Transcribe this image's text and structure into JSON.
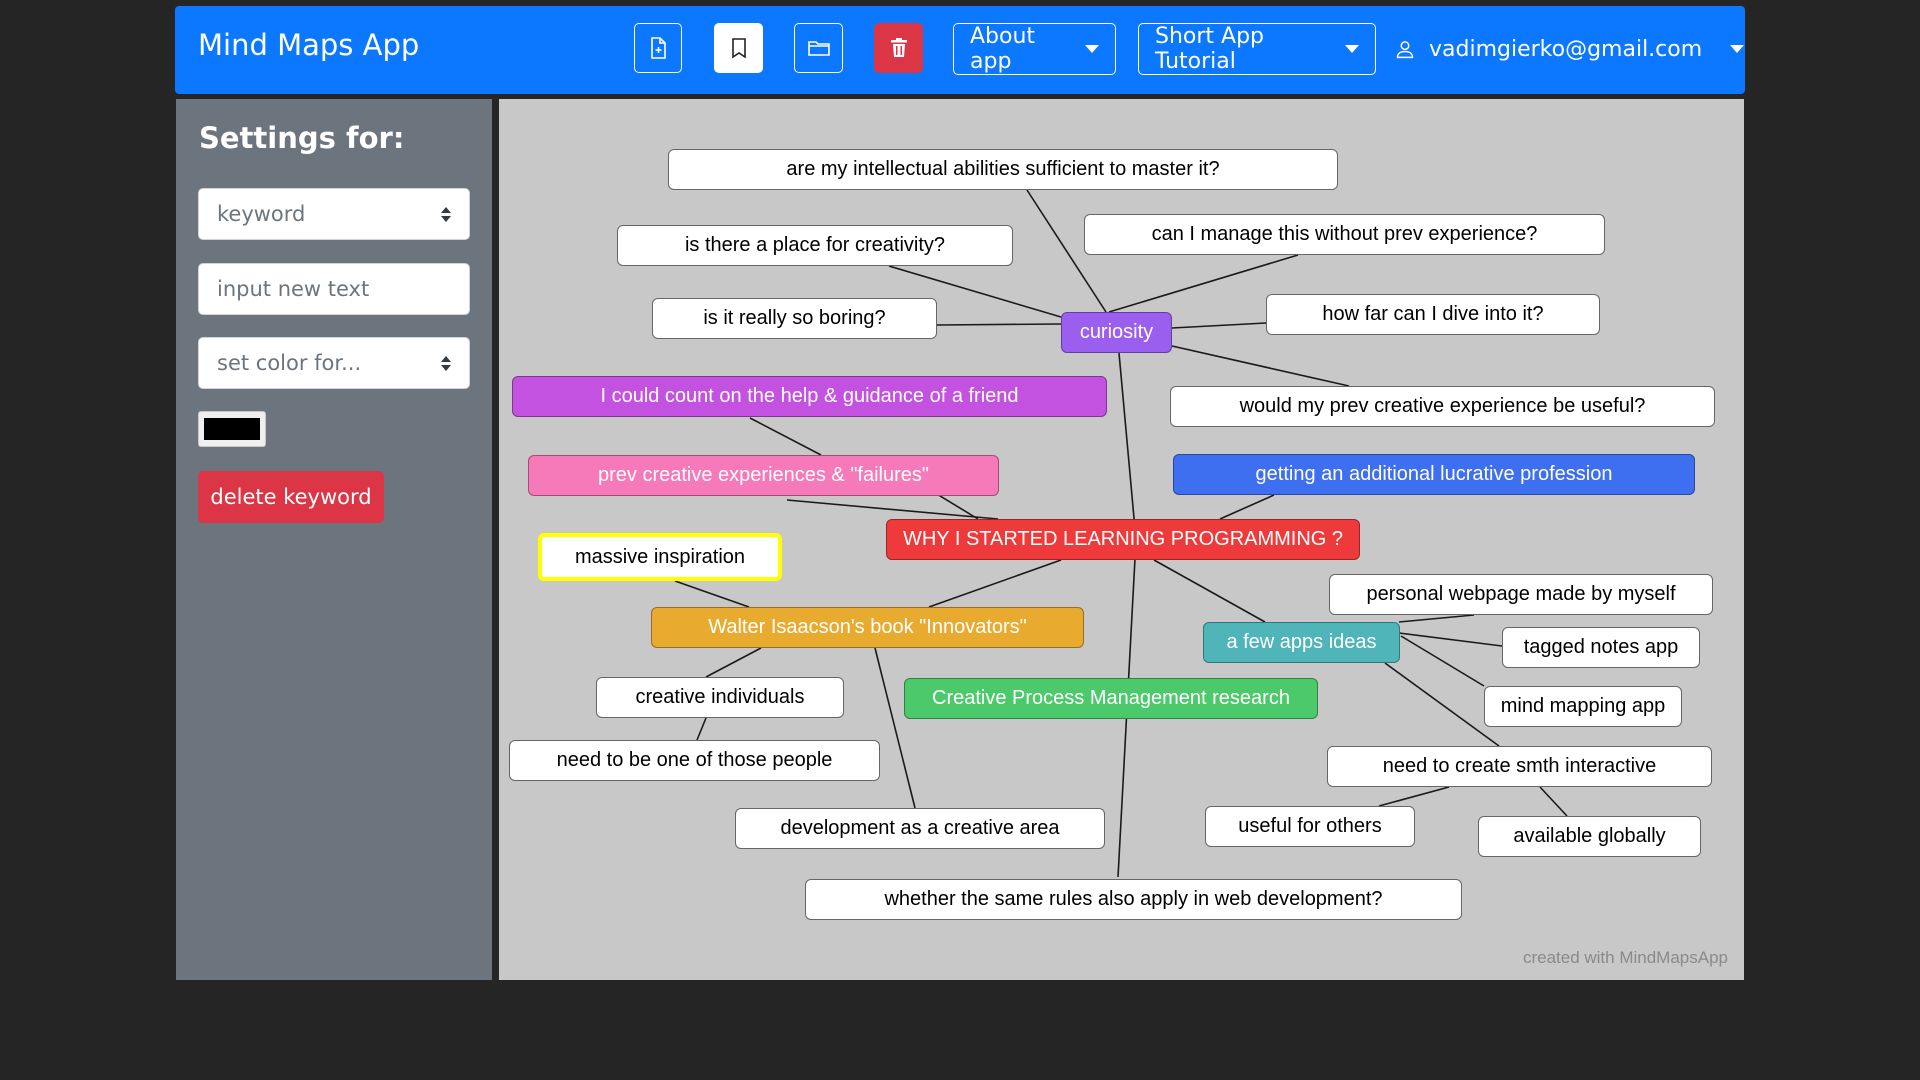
{
  "navbar": {
    "brand": "Mind Maps App",
    "about_label": "About app",
    "tutorial_label": "Short App Tutorial",
    "user_email": "vadimgierko@gmail.com",
    "icons": [
      "new-file-icon",
      "bookmark-icon",
      "folder-icon",
      "trash-icon"
    ]
  },
  "sidebar": {
    "title": "Settings for:",
    "target_select": "keyword",
    "text_placeholder": "input new text",
    "color_select": "set color for...",
    "current_color": "#000000",
    "delete_label": "delete keyword"
  },
  "canvas": {
    "watermark": "created with MindMapsApp",
    "nodes": [
      {
        "id": "root",
        "text": "WHY I STARTED LEARNING PROGRAMMING ?",
        "bg": "#ee3a3a"
      },
      {
        "id": "curiosity",
        "text": "curiosity",
        "bg": "#9b5ff0"
      },
      {
        "id": "c1",
        "text": "are my intellectual abilities sufficient to master it?",
        "bg": "#ffffff"
      },
      {
        "id": "c2",
        "text": "is there a place for creativity?",
        "bg": "#ffffff"
      },
      {
        "id": "c3",
        "text": "can I manage this without prev experience?",
        "bg": "#ffffff"
      },
      {
        "id": "c4",
        "text": "is it really so boring?",
        "bg": "#ffffff"
      },
      {
        "id": "c5",
        "text": "how far can I dive into it?",
        "bg": "#ffffff"
      },
      {
        "id": "c6",
        "text": "would my prev creative experience be useful?",
        "bg": "#ffffff"
      },
      {
        "id": "friend",
        "text": "I could count on the help & guidance of a friend",
        "bg": "#c452e0"
      },
      {
        "id": "prev",
        "text": "prev creative experiences & \"failures\"",
        "bg": "#f679b9"
      },
      {
        "id": "lucrative",
        "text": "getting an additional lucrative profession",
        "bg": "#3d6ff0"
      },
      {
        "id": "inspiration",
        "text": "massive inspiration",
        "bg": "#ffffff"
      },
      {
        "id": "walter",
        "text": "Walter Isaacson's book \"Innovators\"",
        "bg": "#e9ab2f"
      },
      {
        "id": "creative_ind",
        "text": "creative individuals",
        "bg": "#ffffff"
      },
      {
        "id": "need_one",
        "text": "need to be one of those people",
        "bg": "#ffffff"
      },
      {
        "id": "dev_area",
        "text": "development as a creative area",
        "bg": "#ffffff"
      },
      {
        "id": "cpm",
        "text": "Creative Process Management research",
        "bg": "#4cc96a"
      },
      {
        "id": "rules",
        "text": "whether the same rules also apply in web development?",
        "bg": "#ffffff"
      },
      {
        "id": "apps",
        "text": "a few apps ideas",
        "bg": "#4fb5b8"
      },
      {
        "id": "webpage",
        "text": "personal webpage made by myself",
        "bg": "#ffffff"
      },
      {
        "id": "tagged",
        "text": "tagged notes app",
        "bg": "#ffffff"
      },
      {
        "id": "mindmap",
        "text": "mind mapping app",
        "bg": "#ffffff"
      },
      {
        "id": "interactive",
        "text": "need to create smth interactive",
        "bg": "#ffffff"
      },
      {
        "id": "useful",
        "text": "useful for others",
        "bg": "#ffffff"
      },
      {
        "id": "global",
        "text": "available globally",
        "bg": "#ffffff"
      }
    ]
  }
}
